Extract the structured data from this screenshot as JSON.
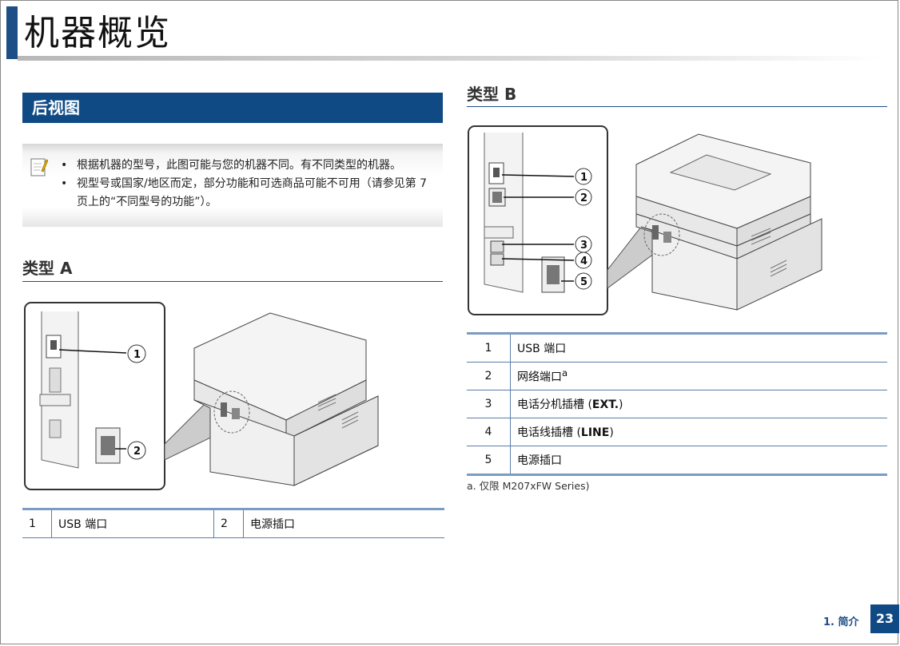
{
  "page": {
    "title": "机器概览",
    "section_header": "后视图",
    "footer_label": "1. 简介",
    "page_number": "23"
  },
  "note": {
    "icon": "note-pencil-icon",
    "items": [
      "根据机器的型号，此图可能与您的机器不同。有不同类型的机器。",
      "视型号或国家/地区而定，部分功能和可选商品可能不可用（请参见第 7 页上的“不同型号的功能”）。"
    ]
  },
  "type_a": {
    "heading": "类型 A",
    "callouts": [
      "1",
      "2"
    ],
    "table": [
      {
        "num": "1",
        "label": "USB 端口"
      },
      {
        "num": "2",
        "label": "电源插口"
      }
    ]
  },
  "type_b": {
    "heading": "类型 B",
    "callouts": [
      "1",
      "2",
      "3",
      "4",
      "5"
    ],
    "table": [
      {
        "num": "1",
        "label": "USB 端口",
        "sup": "",
        "bold": ""
      },
      {
        "num": "2",
        "label": "网络端口",
        "sup": "a",
        "bold": ""
      },
      {
        "num": "3",
        "label": "电话分机插槽 (",
        "sup": "",
        "bold": "EXT.",
        "tail": ")"
      },
      {
        "num": "4",
        "label": "电话线插槽 (",
        "sup": "",
        "bold": "LINE",
        "tail": ")"
      },
      {
        "num": "5",
        "label": "电源插口",
        "sup": "",
        "bold": ""
      }
    ],
    "footnote": "a. 仅限 M207xFW Series)"
  },
  "colors": {
    "accent": "#0f4a85",
    "rule": "#1d4e86"
  }
}
